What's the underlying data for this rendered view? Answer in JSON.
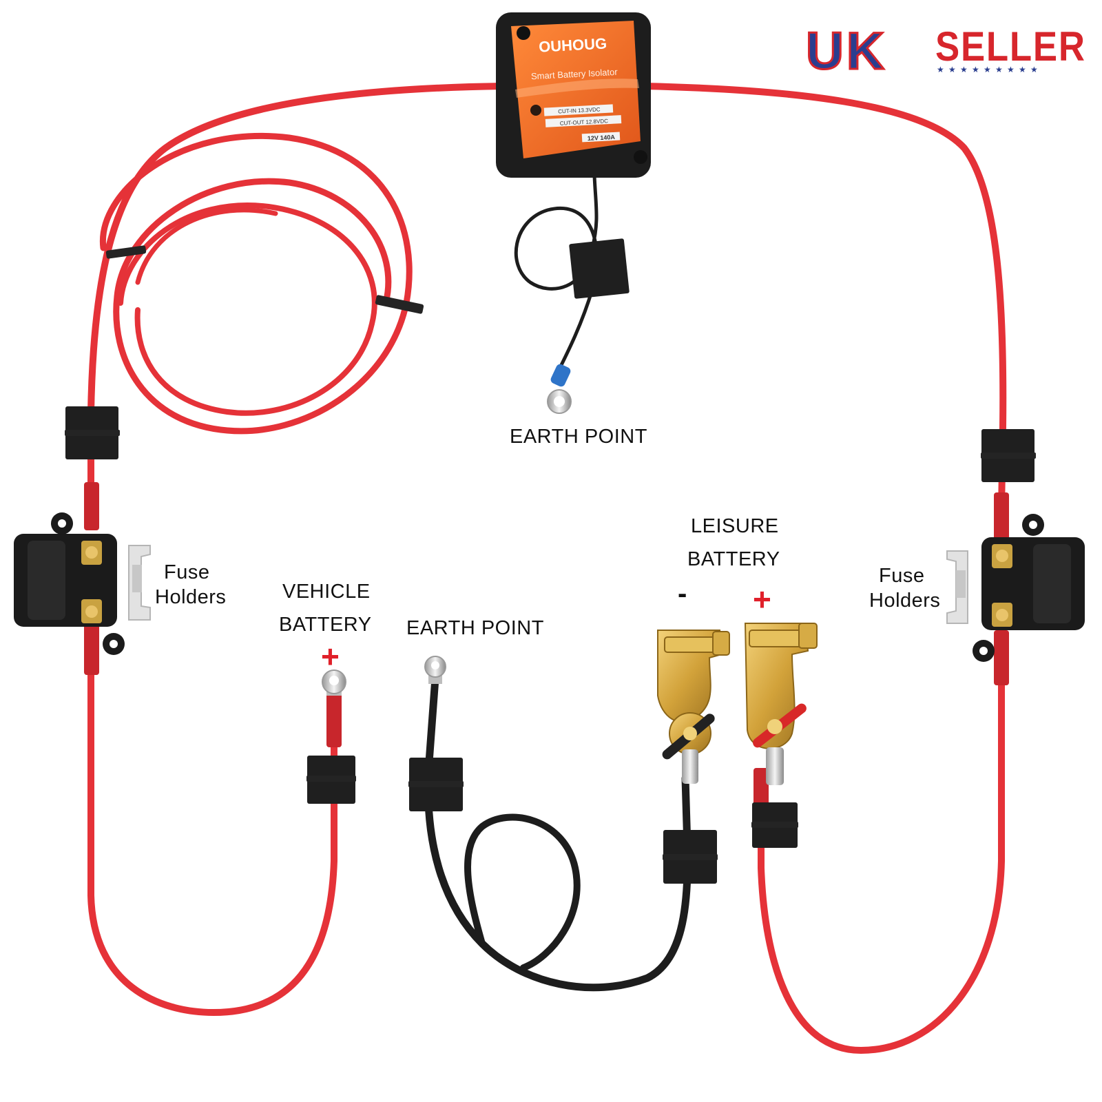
{
  "badge": {
    "uk_text": "UK",
    "seller_text": "SELLER"
  },
  "isolator": {
    "brand": "OUHOUG",
    "product": "Smart Battery Isolator",
    "rating": "12V 140A",
    "spec_line_1": "CUT-IN 13.3VDC",
    "spec_line_2": "CUT-OUT 12.8VDC"
  },
  "labels": {
    "earth_point_top": "EARTH POINT",
    "earth_point_bottom": "EARTH POINT",
    "fuse_left_line1": "Fuse",
    "fuse_left_line2": "Holders",
    "fuse_right_line1": "Fuse",
    "fuse_right_line2": "Holders",
    "vehicle_line1": "VEHICLE",
    "vehicle_line2": "BATTERY",
    "leisure_line1": "LEISURE",
    "leisure_line2": "BATTERY",
    "plus_vehicle": "+",
    "plus_leisure": "+",
    "minus_leisure": "-"
  },
  "colors": {
    "red_cable": "#e53238",
    "black_cable": "#1d1d1d",
    "isolator_orange": "#f26a21",
    "brass": "#d2a23a",
    "badge_blue": "#2a3e8f",
    "badge_red": "#d7262c"
  }
}
